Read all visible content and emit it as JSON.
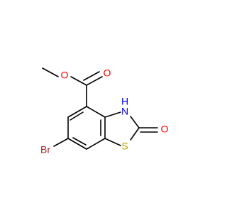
{
  "molecule": {
    "atoms": {
      "o_ester_single": "O",
      "o_ester_double": "O",
      "nh": "H",
      "n": "N",
      "o_keto": "O",
      "s": "S",
      "br": "Br"
    }
  },
  "colors": {
    "bond": "#000000",
    "oxygen": "#ff0000",
    "nitrogen": "#0000ff",
    "sulfur": "#b2a200",
    "bromine": "#a52a2a"
  }
}
